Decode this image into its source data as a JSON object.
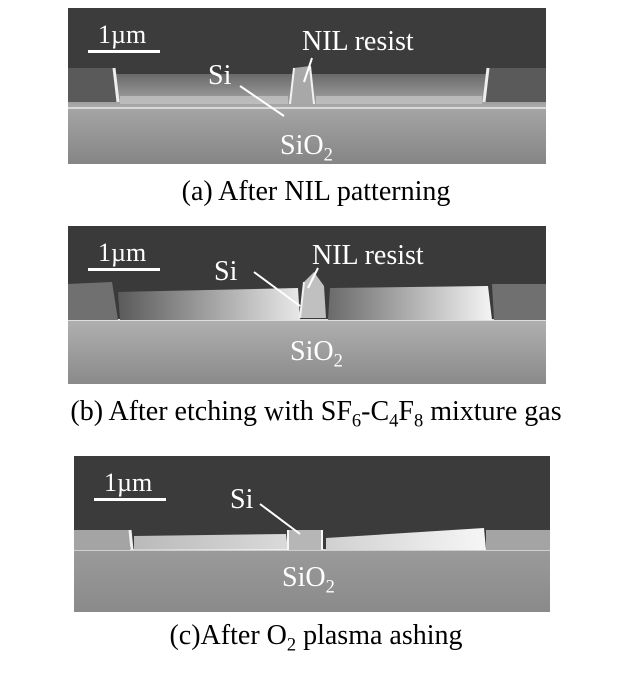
{
  "panels": [
    {
      "scale": "1µm",
      "si": "Si",
      "resist": "NIL resist",
      "sio2_base": "SiO",
      "sio2_sub": "2",
      "caption": "(a) After NIL patterning"
    },
    {
      "scale": "1µm",
      "si": "Si",
      "resist": "NIL resist",
      "sio2_base": "SiO",
      "sio2_sub": "2",
      "caption_parts": [
        "(b) After etching with SF",
        "6",
        "-C",
        "4",
        "F",
        "8",
        " mixture gas"
      ]
    },
    {
      "scale": "1µm",
      "si": "Si",
      "sio2_base": "SiO",
      "sio2_sub": "2",
      "caption_parts": [
        "(c)After O",
        "2",
        " plasma ashing"
      ]
    }
  ],
  "colors": {
    "vacuum": "#3a3a3a",
    "substrate": "#8e8e8e",
    "silicon": "#b8b8b8",
    "edge_glow": "#f4f4f4",
    "label": "#ffffff"
  }
}
